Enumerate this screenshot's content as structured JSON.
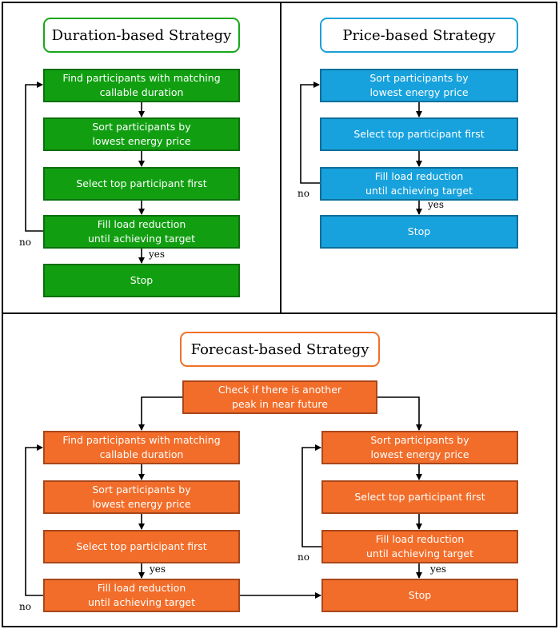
{
  "duration_strategy": {
    "title": "Duration-based Strategy",
    "steps": [
      "Find participants with matching\ncallable duration",
      "Sort participants by\nlowest energy price",
      "Select top participant first",
      "Fill load reduction\nuntil achieving target",
      "Stop"
    ],
    "no_label": "no",
    "yes_label": "yes"
  },
  "price_strategy": {
    "title": "Price-based Strategy",
    "steps": [
      "Sort participants by\nlowest energy price",
      "Select top participant first",
      "Fill load reduction\nuntil achieving target",
      "Stop"
    ],
    "no_label": "no",
    "yes_label": "yes"
  },
  "forecast_strategy": {
    "title": "Forecast-based Strategy",
    "check": "Check if there is another\npeak in near future",
    "left_steps": [
      "Find participants with matching\ncallable duration",
      "Sort participants by\nlowest energy price",
      "Select top participant first",
      "Fill load reduction\nuntil achieving target"
    ],
    "right_steps": [
      "Sort participants by\nlowest energy price",
      "Select top participant first",
      "Fill load reduction\nuntil achieving target",
      "Stop"
    ],
    "left_no_label": "no",
    "left_yes_label": "yes",
    "right_no_label": "no",
    "right_yes_label": "yes"
  },
  "colors": {
    "green": "#119f11",
    "blue": "#17a2dd",
    "orange": "#f26d2a",
    "green_title_border": "#18a818",
    "blue_title_border": "#1aa0d8",
    "orange_title_border": "#f07028"
  }
}
